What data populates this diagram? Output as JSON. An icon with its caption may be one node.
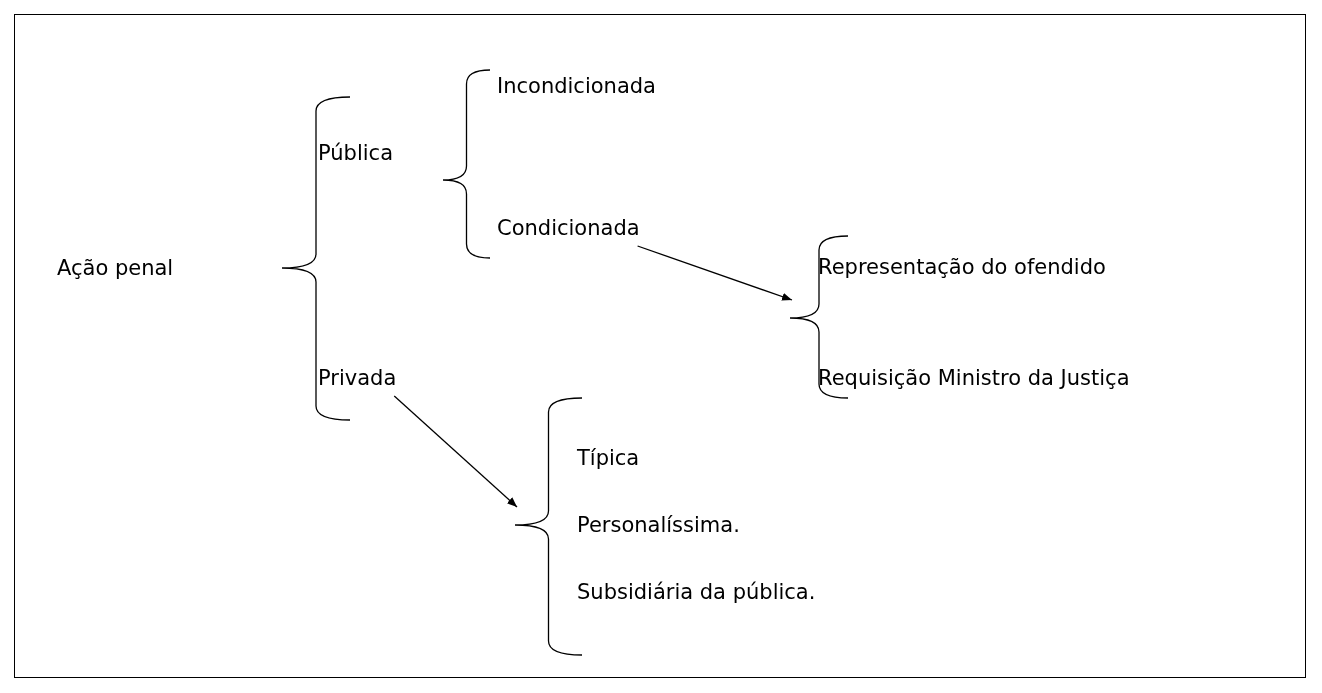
{
  "diagram": {
    "nodes": [
      {
        "text": [
          "Ação penal"
        ]
      },
      {
        "text": [
          "Pública"
        ]
      },
      {
        "text": [
          "Privada"
        ]
      },
      {
        "text": [
          "Incondicionada"
        ]
      },
      {
        "text": [
          "Condicionada"
        ]
      },
      {
        "text": [],
        "shape": "brace"
      },
      {
        "text": [
          "Representação do ofendido"
        ]
      },
      {
        "text": [
          "Requisição Ministro da Justiça"
        ]
      },
      {
        "text": [],
        "shape": "brace"
      },
      {
        "text": [
          "Típica"
        ]
      },
      {
        "text": [
          "Personalíssima."
        ]
      },
      {
        "text": [
          "Subsidiária da pública."
        ]
      }
    ],
    "edges": [
      {
        "from": 4,
        "to": 5,
        "arrow": "to"
      },
      {
        "from": 2,
        "to": 8,
        "arrow": "to"
      }
    ]
  }
}
